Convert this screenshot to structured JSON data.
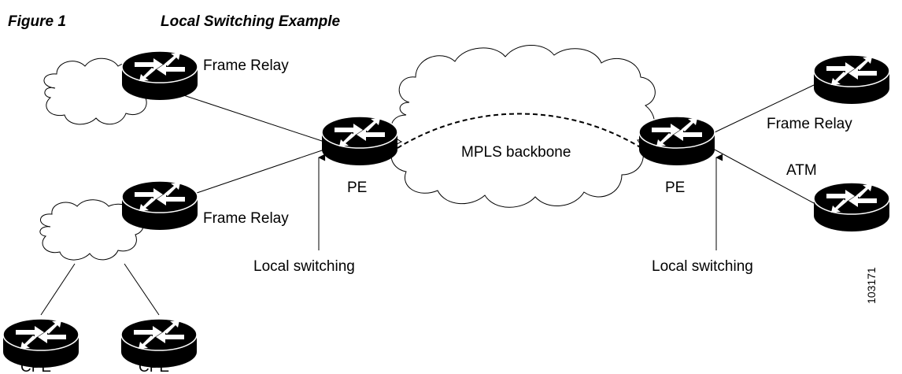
{
  "figure": {
    "number": "Figure 1",
    "title": "Local Switching Example"
  },
  "labels": {
    "frame_relay_top_left": "Frame Relay",
    "frame_relay_bottom_left": "Frame Relay",
    "frame_relay_right": "Frame Relay",
    "atm_right": "ATM",
    "mpls_backbone": "MPLS backbone",
    "pe_left": "PE",
    "pe_right": "PE",
    "local_switching_left": "Local switching",
    "local_switching_right": "Local switching",
    "cpe_left": "CPE",
    "cpe_right": "CPE",
    "figure_id": "103171"
  },
  "icons": {
    "router": "router-icon",
    "cloud": "cloud-icon"
  }
}
